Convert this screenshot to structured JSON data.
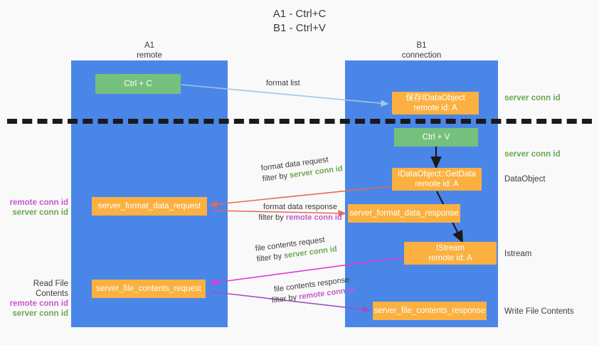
{
  "title": {
    "line1": "A1 - Ctrl+C",
    "line2": "B1 - Ctrl+V"
  },
  "lanes": [
    {
      "name": "A1",
      "sub": "remote"
    },
    {
      "name": "B1",
      "sub": "connection"
    }
  ],
  "boxes": {
    "ctrl_c": {
      "line1": "Ctrl + C"
    },
    "save_dataobject": {
      "line1": "保存IDataObject",
      "line2": "remote id: A"
    },
    "ctrl_v": {
      "line1": "Ctrl + V"
    },
    "getdata": {
      "line1": "IDataObject::GetData",
      "line2": "remote id: A"
    },
    "server_format_data_request": {
      "line1": "server_format_data_request"
    },
    "server_format_data_response": {
      "line1": "server_format_data_response"
    },
    "istream": {
      "line1": "IStream",
      "line2": "remote id: A"
    },
    "server_file_contents_request": {
      "line1": "server_file_contents_request"
    },
    "server_file_contents_response": {
      "line1": "server_file_contents_response"
    }
  },
  "right_labels": {
    "server_conn_id_1": "server conn id",
    "server_conn_id_2": "server conn id",
    "dataobject": "DataObject",
    "istream": "Istream",
    "write_file_contents": "Write File Contents"
  },
  "left_labels": {
    "group1": {
      "remote": "remote conn id",
      "server": "server conn id"
    },
    "group2": {
      "heading": "Read File Contents",
      "remote": "remote conn id",
      "server": "server conn id"
    }
  },
  "annotations": {
    "format_list": "format list",
    "format_data_request": {
      "main": "format data request",
      "filter_prefix": "filter by ",
      "filter_value": "server conn id"
    },
    "format_data_response": {
      "main": "format data response",
      "filter_prefix": "filter by ",
      "filter_value": "remote conn id"
    },
    "file_contents_request": {
      "main": "file contents request",
      "filter_prefix": "filter by ",
      "filter_value": "server conn id"
    },
    "file_contents_response": {
      "main": "file contents response",
      "filter_prefix": "filter by ",
      "filter_value": "remote conn id"
    }
  },
  "colors": {
    "lane": "#4a86e8",
    "green_box": "#76c07d",
    "orange_box": "#fbb040",
    "server_conn": "#6aa84f",
    "remote_conn": "#c45ad0",
    "arrow_blue": "#9fc5e8",
    "arrow_red": "#e8685a",
    "arrow_magenta": "#e23ad0",
    "arrow_purple": "#a24fc4",
    "arrow_black": "#1a1a1a",
    "divider": "#1a1a1a",
    "background": "#f9f9f9"
  }
}
